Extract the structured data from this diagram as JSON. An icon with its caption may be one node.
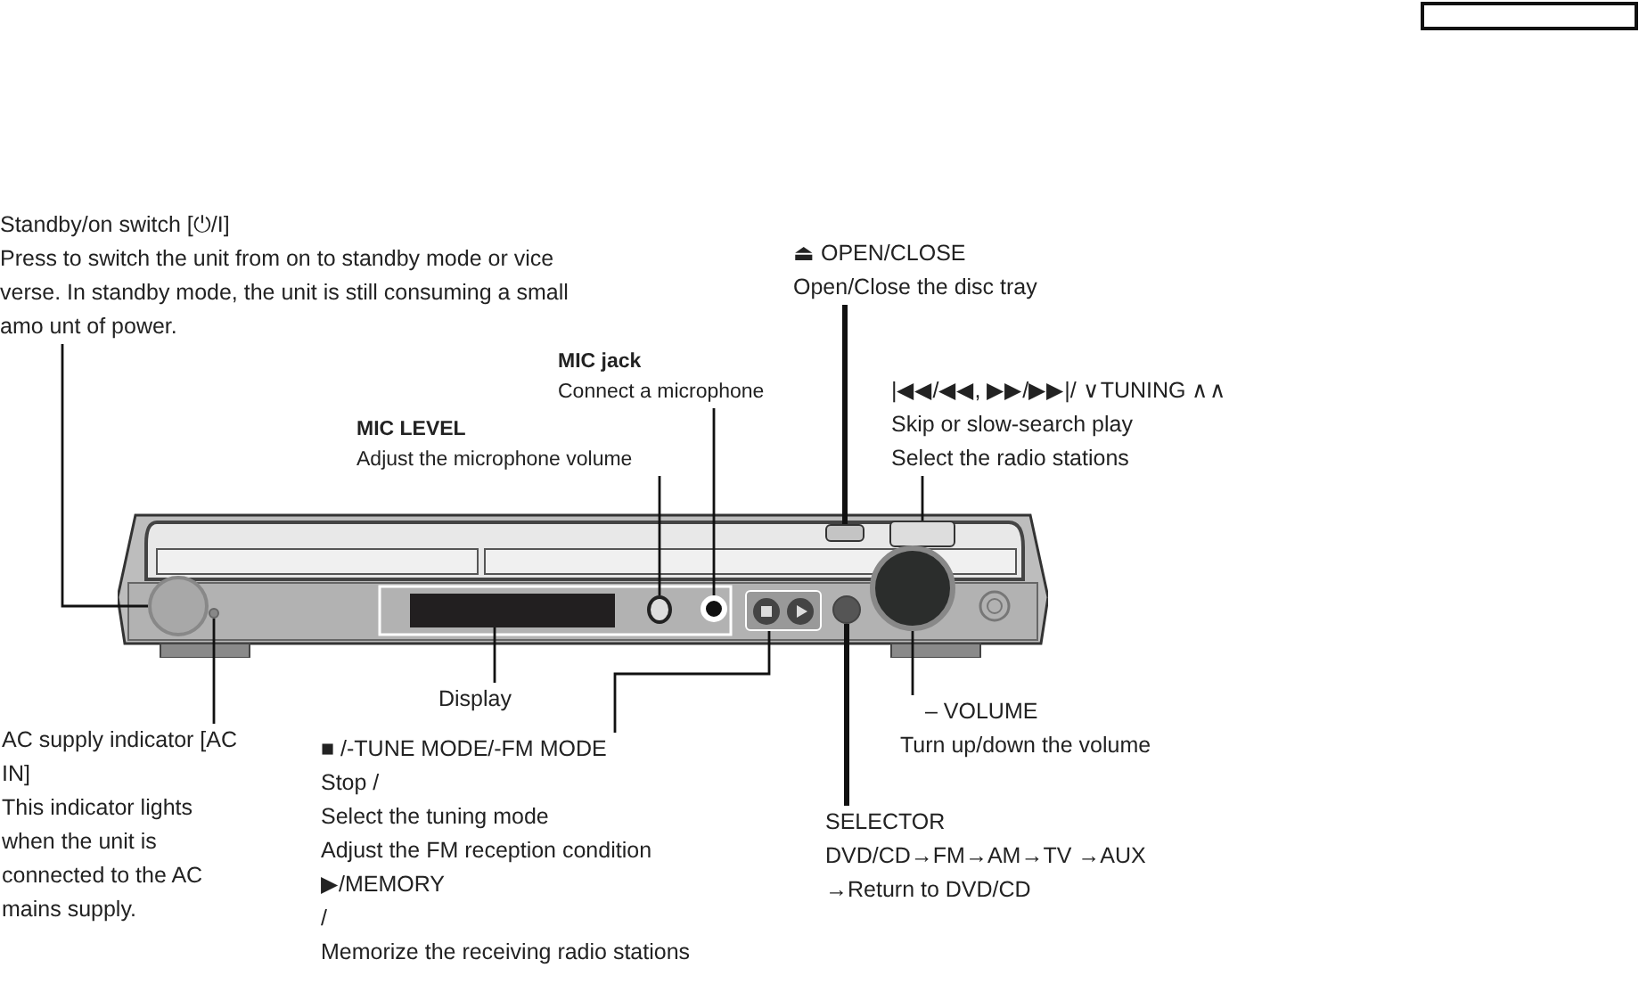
{
  "diagram": {
    "nodes": [
      {
        "text": [],
        "shape": "box"
      },
      {
        "text": [
          "Standby/on switch [⏻/I]",
          "Press  to switch the unit from on to standby mode or vice verse. In standby mode, the unit is still consuming a small amo unt of power."
        ]
      },
      {
        "text": [
          "⏏ OPEN/CLOSE",
          "Open/Close the disc tray"
        ]
      },
      {
        "text": [
          "MIC jack",
          "Connect a microphone"
        ]
      },
      {
        "text": [
          "|◀◀/◀◀, ▶▶/▶▶|/ ∨TUNING ∧∧",
          "Skip or slow-search play",
          "Select the radio stations"
        ]
      },
      {
        "text": [
          "MIC LEVEL",
          "Adjust the microphone volume"
        ]
      },
      {
        "text": [],
        "shape": "box"
      },
      {
        "text": [],
        "shape": "circle",
        "in": 6
      },
      {
        "text": [],
        "shape": "circle",
        "in": 6
      },
      {
        "text": [],
        "shape": "bar",
        "in": 6
      },
      {
        "text": [],
        "shape": "circle",
        "in": 6
      },
      {
        "text": [],
        "shape": "circle",
        "in": 6
      },
      {
        "text": [],
        "shape": "box",
        "in": 6
      },
      {
        "text": [],
        "shape": "box",
        "in": 6
      },
      {
        "text": [],
        "shape": "box",
        "in": 6
      },
      {
        "text": [],
        "shape": "circle",
        "in": 6
      },
      {
        "text": [],
        "shape": "circle",
        "in": 6
      },
      {
        "text": [
          "AC supply indicator [AC IN]",
          "This indicator lights when the unit is connected to the AC mains supply."
        ]
      },
      {
        "text": [
          "Display"
        ]
      },
      {
        "text": [
          "■ /-TUNE MODE/-FM MODE",
          "Stop /",
          "Select the tuning mode",
          "Adjust the FM reception condition",
          "▶/MEMORY",
          "/",
          "Memorize the receiving radio stations"
        ]
      },
      {
        "text": [
          "– VOLUME",
          "Turn up/down the volume"
        ]
      },
      {
        "text": [
          "SELECTOR",
          "DVD/CD→FM→AM→TV →AUX →Return to DVD/CD"
        ]
      }
    ],
    "edges": [
      {
        "from": 1,
        "to": 7,
        "arrow": "none"
      },
      {
        "from": 5,
        "to": 10,
        "arrow": "none"
      },
      {
        "from": 3,
        "to": 11,
        "arrow": "none"
      },
      {
        "from": 2,
        "to": 13,
        "arrow": "none",
        "style": "thick"
      },
      {
        "from": 4,
        "to": 14,
        "arrow": "none"
      },
      {
        "from": 17,
        "to": 8,
        "arrow": "none"
      },
      {
        "from": 18,
        "to": 9,
        "arrow": "none"
      },
      {
        "from": 19,
        "to": 12,
        "arrow": "none"
      },
      {
        "from": 20,
        "to": 16,
        "arrow": "none"
      },
      {
        "from": 21,
        "to": 15,
        "arrow": "none",
        "style": "thick"
      }
    ]
  }
}
